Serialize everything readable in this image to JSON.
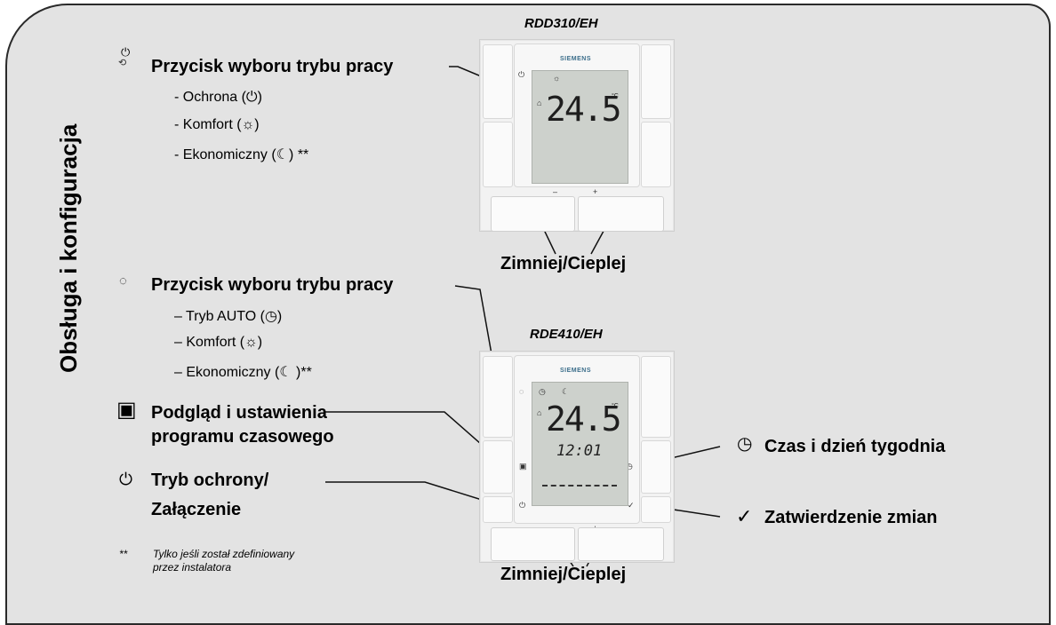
{
  "vertical_title": "Obsługa i konfiguracja",
  "top": {
    "model": "RDD310/EH",
    "mode_button_label": "Przycisk wyboru trybu pracy",
    "modes": [
      "- Ochrona (⏻)",
      "- Komfort  (☼)",
      "- Ekonomiczny (☾) **"
    ],
    "temperature": "24.5",
    "unit": "°C",
    "brand": "SIEMENS",
    "minus": "–",
    "plus": "+",
    "colder_warmer": "Zimniej/Cieplej"
  },
  "bottom": {
    "model": "RDE410/EH",
    "mode_button_label": "Przycisk wyboru trybu pracy",
    "modes": [
      "– Tryb AUTO  (◷)",
      "– Komfort (☼)",
      "– Ekonomiczny (☾ )**"
    ],
    "schedule_label_1": "Podgląd i ustawienia",
    "schedule_label_2": "programu czasowego",
    "standby_label_1": "Tryb ochrony/",
    "standby_label_2": "Załączenie",
    "time_label": "Czas i dzień tygodnia",
    "confirm_label": "Zatwierdzenie zmian",
    "temperature": "24.5",
    "unit": "°C",
    "clock": "12:01",
    "brand": "SIEMENS",
    "minus": "–",
    "plus": "+",
    "colder_warmer": "Zimniej/Cieplej"
  },
  "footnote_mark": "**",
  "footnote_1": "Tylko jeśli został zdefiniowany",
  "footnote_2": "przez instalatora",
  "icons": {
    "power": "⏻",
    "mode_top": "⏻",
    "mode_bottom": "◌",
    "clock": "◷",
    "check": "✓",
    "schedule": "▣",
    "sun": "☼",
    "home": "⌂",
    "moon": "☾"
  }
}
